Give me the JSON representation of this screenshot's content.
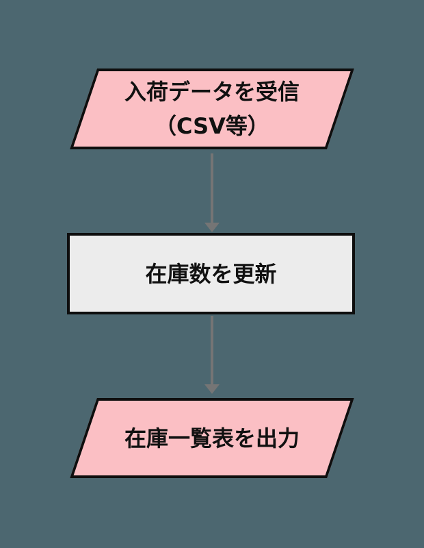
{
  "flowchart": {
    "type": "flowchart",
    "background_color": "#4C6770",
    "text_color": "#111111",
    "border_color": "#0E0E0E",
    "nodes": [
      {
        "id": "receive-data",
        "shape": "parallelogram",
        "lines": [
          "入荷データを受信",
          "（CSV等）"
        ],
        "fill": "#FBBFC4"
      },
      {
        "id": "update-stock",
        "shape": "rectangle",
        "lines": [
          "在庫数を更新"
        ],
        "fill": "#ECECEC"
      },
      {
        "id": "output-list",
        "shape": "parallelogram",
        "lines": [
          "在庫一覧表を出力"
        ],
        "fill": "#FBBFC4"
      }
    ],
    "connectors": [
      {
        "from": "receive-data",
        "to": "update-stock",
        "color": "#757575"
      },
      {
        "from": "update-stock",
        "to": "output-list",
        "color": "#757575"
      }
    ]
  }
}
